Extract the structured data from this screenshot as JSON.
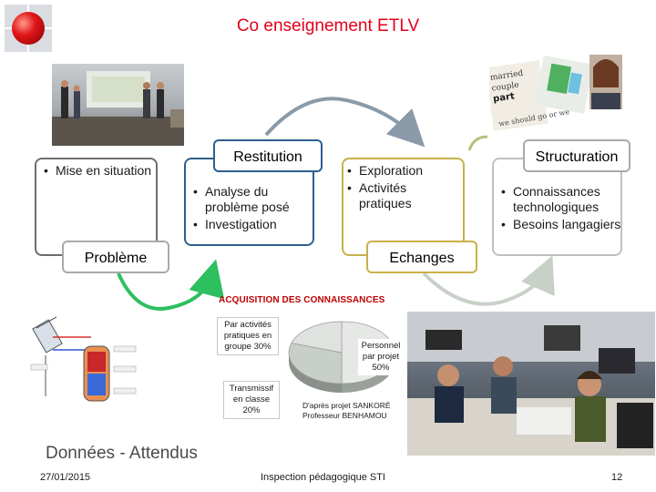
{
  "slide": {
    "title": "Co enseignement ETLV",
    "page_number": "12",
    "date": "27/01/2015",
    "footer_center": "Inspection pédagogique STI"
  },
  "cycle": {
    "probleme": {
      "label": "Problème",
      "items": [
        "Mise en situation"
      ]
    },
    "restitution": {
      "label": "Restitution",
      "items": [
        "Analyse du problème posé",
        "Investigation"
      ]
    },
    "echanges": {
      "label": "Echanges",
      "items": [
        "Exploration",
        "Activités pratiques"
      ]
    },
    "structuration": {
      "label": "Structuration",
      "items": [
        "Connaissances technologiques",
        "Besoins langagiers"
      ]
    }
  },
  "acquisition": {
    "title": "ACQUISITION DES CONNAISSANCES",
    "credit": [
      "D'après projet SANKORÉ",
      "Professeur BENHAMOU"
    ]
  },
  "chart_data": {
    "type": "pie",
    "title": "ACQUISITION DES CONNAISSANCES",
    "series": [
      {
        "label": "Personnel par projet",
        "percent": 50
      },
      {
        "label": "Par activités pratiques en groupe",
        "percent": 30
      },
      {
        "label": "Transmissif en classe",
        "percent": 20
      }
    ],
    "data_labels": [
      "Personnel par projet 50%",
      "Par activités pratiques en groupe 30%",
      "Transmissif en classe 20%"
    ]
  },
  "section_label": "Données - Attendus",
  "colors": {
    "title": "#e2001a",
    "restitution_border": "#2e5f8f",
    "echanges_border": "#c8b04a",
    "arrow_green": "#2ebf5f",
    "arrow_gray": "#8a9aa8",
    "arrow_olive": "#b8c07a",
    "arrow_light": "#c8d0c8"
  },
  "icons": [
    "logo-ball-icon"
  ]
}
